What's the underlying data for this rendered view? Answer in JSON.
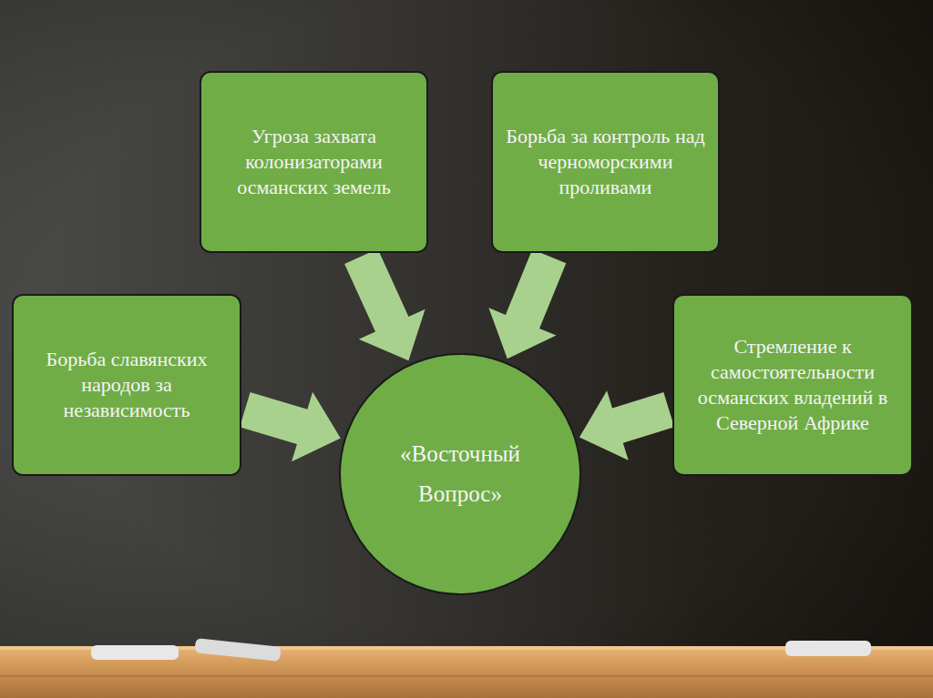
{
  "diagram": {
    "nodes": [
      {
        "text": [
          "Угроза захвата колонизаторами османских земель"
        ]
      },
      {
        "text": [
          "Борьба за контроль над черноморскими проливами"
        ]
      },
      {
        "text": [
          "Борьба славянских народов за независимость"
        ]
      },
      {
        "text": [
          "Стремление к самостоятельности османских владений в Северной Африке"
        ]
      },
      {
        "text": [
          "«Восточный Вопрос»"
        ]
      }
    ],
    "edges": [
      {
        "from": 0,
        "to": 4,
        "arrow": "to"
      },
      {
        "from": 1,
        "to": 4,
        "arrow": "to"
      },
      {
        "from": 2,
        "to": 4,
        "arrow": "to"
      },
      {
        "from": 3,
        "to": 4,
        "arrow": "to"
      }
    ]
  }
}
